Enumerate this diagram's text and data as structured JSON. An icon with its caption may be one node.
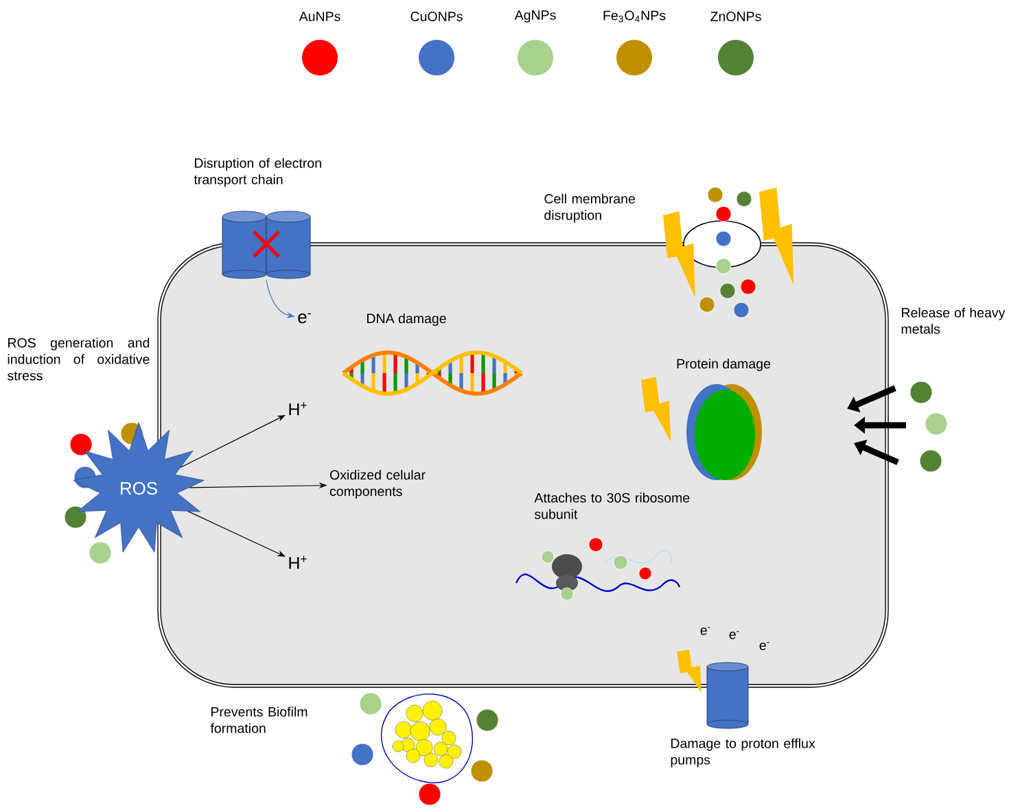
{
  "diagram": {
    "nodes": [
      {
        "text": [
          "ROS"
        ]
      },
      {
        "text": [
          "H$^{+}$"
        ]
      },
      {
        "text": [
          "Oxidized celular components"
        ]
      },
      {
        "text": [
          "H$^{+}$"
        ]
      },
      {
        "text": [],
        "shape": "cylinder"
      },
      {
        "text": [
          "e$^{-}$"
        ]
      }
    ],
    "edges": [
      {
        "from": 0,
        "to": 1,
        "arrow": "to"
      },
      {
        "from": 0,
        "to": 2,
        "arrow": "to"
      },
      {
        "from": 0,
        "to": 3,
        "arrow": "to"
      },
      {
        "from": 4,
        "to": 5,
        "arrow": "to",
        "color": "#4472c4"
      }
    ],
    "labels": [
      "Disruption of electron transport chain",
      "Cell membrane disruption",
      "ROS generation and induction of oxidative stress",
      "DNA damage",
      "Release of heavy metals",
      "Protein damage",
      "Attaches to 30S ribosome subunit",
      "e$^{-}$",
      "e$^{-}$",
      "e$^{-}$",
      "Prevents Biofilm formation",
      "Damage to proton efflux pumps"
    ],
    "legend": [
      {
        "text": "AuNPs",
        "color": "#ff0000"
      },
      {
        "text": "CuONPs",
        "color": "#4472c4"
      },
      {
        "text": "AgNPs",
        "color": "#a9d18e"
      },
      {
        "text": "Fe$_{3}$O$_{4}$NPs",
        "color": "#bf9000"
      },
      {
        "text": "ZnONPs",
        "color": "#548235"
      }
    ]
  }
}
